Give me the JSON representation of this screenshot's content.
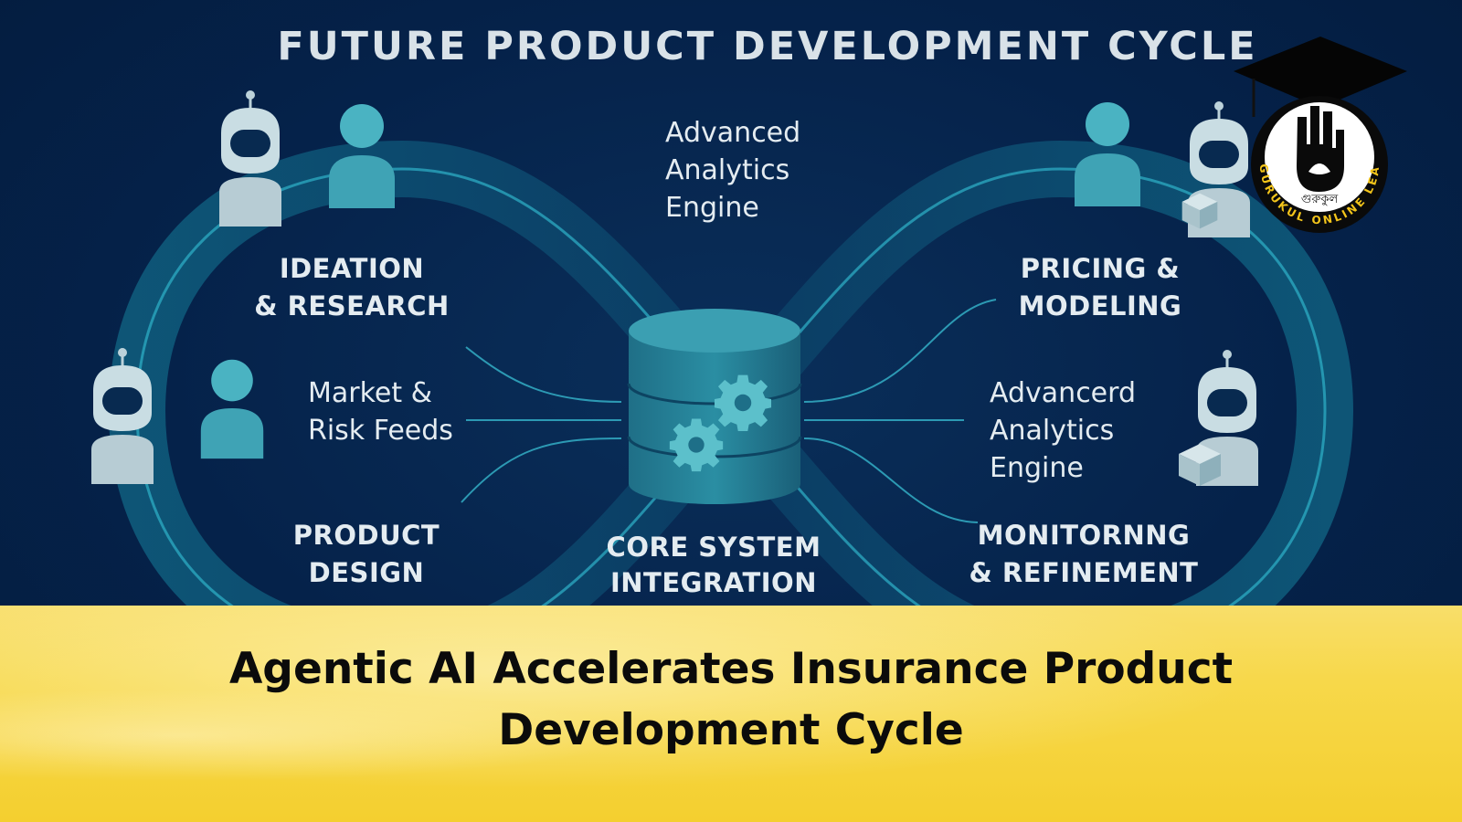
{
  "title": "FUTURE PRODUCT DEVELOPMENT CYCLE",
  "analytics_top": [
    "Advanced",
    "Analytics",
    "Engine"
  ],
  "stages": {
    "ideation": [
      "IDEATION",
      "& RESEARCH"
    ],
    "design": [
      "PRODUCT",
      "DESIGN"
    ],
    "core": [
      "CORE SYSTEM",
      "INTEGRATION"
    ],
    "pricing": [
      "PRICING &",
      "MODELING"
    ],
    "monitoring": [
      "MONITORNNG",
      "& REFINEMENT"
    ]
  },
  "notes": {
    "market": [
      "Market &",
      "Risk Feeds"
    ],
    "analytics_right": [
      "Advancerd",
      "Analytics",
      "Engine"
    ]
  },
  "icons": [
    "robot-icon",
    "person-icon",
    "database-icon",
    "gear-icon",
    "cube-icon",
    "graduation-cap-icon",
    "raised-hand-icon",
    "lotus-icon"
  ],
  "logo": {
    "ring_text": "GURUKUL ONLINE LEARNING",
    "bengali": "গুরুকুল"
  },
  "banner": {
    "line1": "Agentic AI Accelerates Insurance Product",
    "line2": "Development Cycle"
  },
  "colors": {
    "background": "#05224a",
    "loop": "#1a8fa8",
    "figure": "#4ab3c2",
    "banner": "#f6d640",
    "logo_ring": "#f4c51a"
  }
}
